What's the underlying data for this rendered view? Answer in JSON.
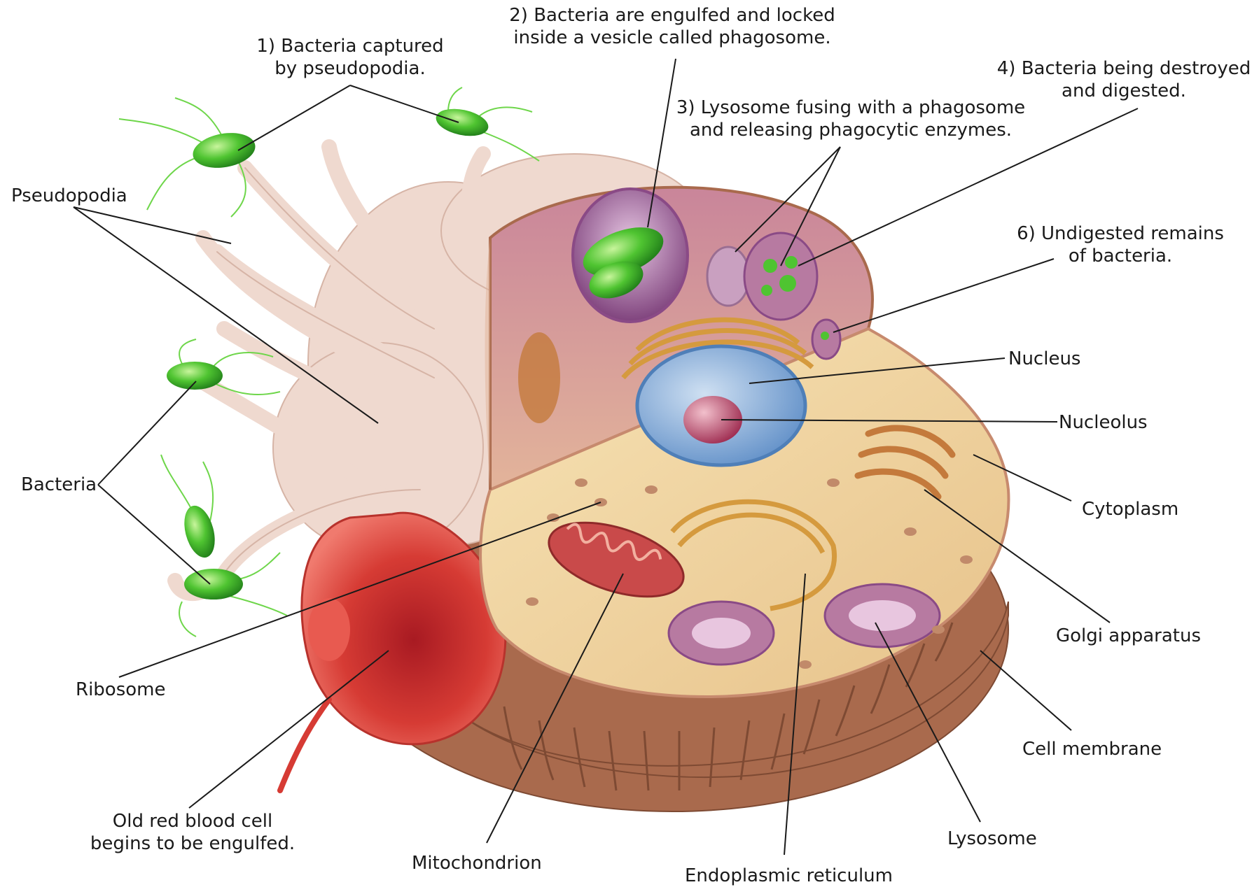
{
  "labels": {
    "step1": [
      "1) Bacteria captured",
      "by pseudopodia."
    ],
    "step2": [
      "2) Bacteria are engulfed and locked",
      "inside a vesicle called phagosome."
    ],
    "step3": [
      "3) Lysosome fusing with a phagosome",
      "and releasing phagocytic enzymes."
    ],
    "step4": [
      "4) Bacteria being destroyed",
      "and digested."
    ],
    "step6": [
      "6) Undigested remains",
      "of bacteria."
    ],
    "pseudopodia": "Pseudopodia",
    "bacteria": "Bacteria",
    "ribosome": "Ribosome",
    "old_rbc": [
      "Old red blood cell",
      "begins to be engulfed."
    ],
    "mitochondrion": "Mitochondrion",
    "endoplasmic_reticulum": "Endoplasmic reticulum",
    "lysosome": "Lysosome",
    "cell_membrane": "Cell membrane",
    "golgi_apparatus": "Golgi apparatus",
    "cytoplasm": "Cytoplasm",
    "nucleolus": "Nucleolus",
    "nucleus": "Nucleus"
  },
  "colors": {
    "background": "#ffffff",
    "label_text": "#1a1a1a",
    "leader_line": "#1a1a1a",
    "membrane_outer": "#b0765a",
    "pseudopod": "#efd9cf",
    "cytoplasm": "#f3dba6",
    "cell_interior_top": "#d9a49a",
    "phagosome": "#b56fa8",
    "bacteria": "#4fc431",
    "nucleus": "#7aa7d8",
    "nucleolus": "#c0506a",
    "red_blood_cell": "#d63b34",
    "mitochondrion": "#c94a4a",
    "golgi": "#c47a3c",
    "lysosome": "#b77aa1"
  }
}
